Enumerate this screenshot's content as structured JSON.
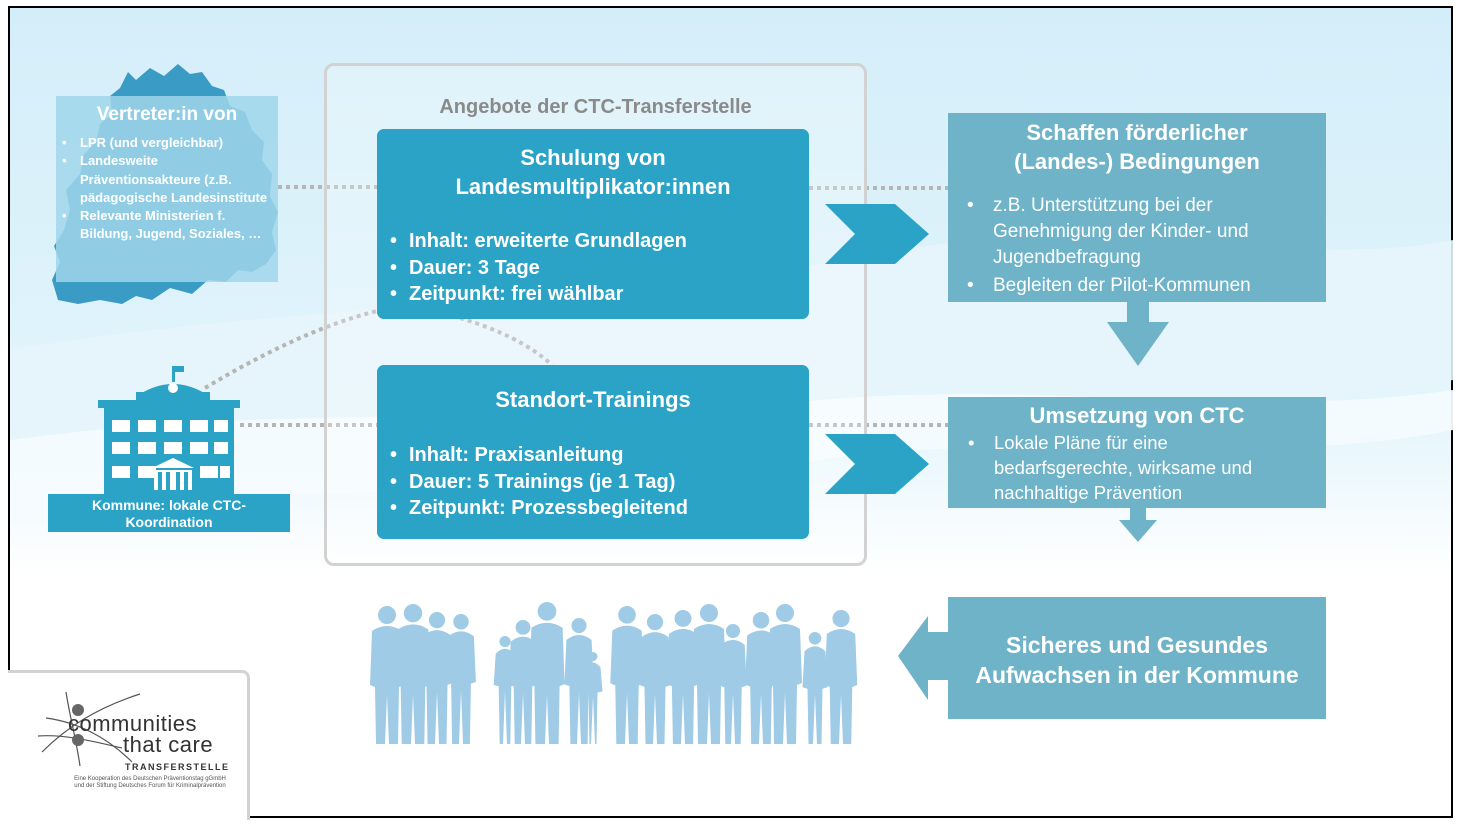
{
  "representatives": {
    "title": "Vertreter:in von",
    "items": [
      "LPR (und vergleichbar)",
      "Landesweite Präventionsakteure (z.B. pädagogische Landesinstitute",
      "Relevante Ministerien f. Bildung, Jugend, Soziales, …"
    ]
  },
  "offers": {
    "title": "Angebote der CTC-Transferstelle",
    "training1": {
      "title_line1": "Schulung von",
      "title_line2": "Landesmultiplikator:innen",
      "items": [
        "Inhalt: erweiterte Grundlagen",
        "Dauer: 3 Tage",
        "Zeitpunkt: frei wählbar"
      ]
    },
    "training2": {
      "title": "Standort-Trainings",
      "items": [
        "Inhalt: Praxisanleitung",
        "Dauer: 5 Trainings (je 1 Tag)",
        "Zeitpunkt: Prozessbegleitend"
      ]
    }
  },
  "conditions": {
    "title_line1": "Schaffen förderlicher",
    "title_line2": "(Landes-) Bedingungen",
    "items": [
      " z.B. Unterstützung bei der Genehmigung der Kinder- und Jugendbefragung",
      "Begleiten der Pilot-Kommunen"
    ]
  },
  "implementation": {
    "title": "Umsetzung von CTC",
    "items": [
      "Lokale Pläne für eine bedarfsgerechte, wirksame und nachhaltige Prävention"
    ]
  },
  "outcome": {
    "title_line1": "Sicheres und Gesundes",
    "title_line2": "Aufwachsen in der Kommune"
  },
  "commune": {
    "label_line1": "Kommune: lokale CTC-",
    "label_line2": "Koordination"
  },
  "logo": {
    "word1": "communities",
    "word2": "that care",
    "sub": "TRANSFERSTELLE",
    "fine_line1": "Eine Kooperation des Deutschen Präventionstag gGmbH",
    "fine_line2": "und der Stiftung Deutsches Forum für Kriminalprävention"
  },
  "colors": {
    "teal": "#2aa3c7",
    "light_teal": "#6fb3c8",
    "pale_blue": "#a9d8ec",
    "frame_gray": "#d2d2d2",
    "dotted": "#b5b5b5",
    "people": "#9fcbe6"
  },
  "icons": {
    "map": "baden-wuerttemberg-map-icon",
    "building": "town-hall-icon",
    "people": "families-group-icon",
    "logo": "ctc-network-logo-icon"
  }
}
